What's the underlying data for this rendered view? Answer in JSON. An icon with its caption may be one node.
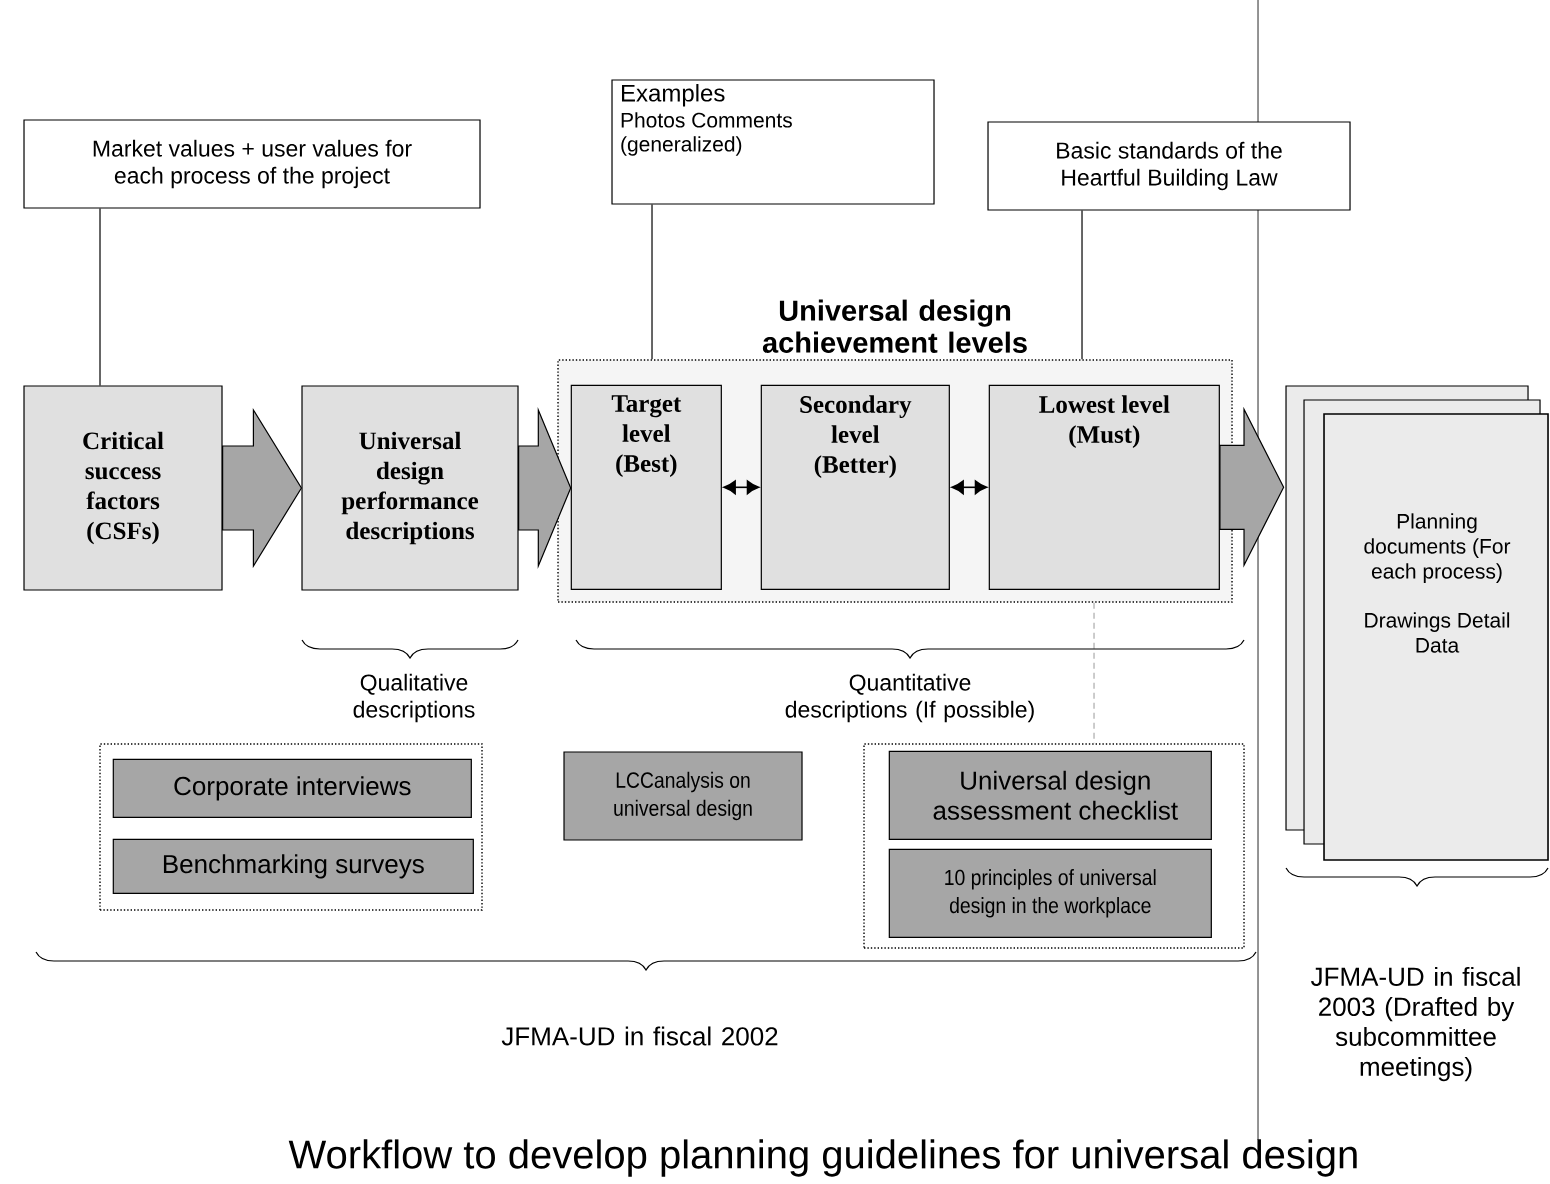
{
  "diagram": {
    "caption": "Workflow to develop planning guidelines for universal design",
    "nodes": [
      {
        "text": [
          "Market values + user values for each process of the project"
        ]
      },
      {
        "text": [
          "Examples",
          "Photos Comments (generalized)"
        ]
      },
      {
        "text": [
          "Basic standards of the Heartful Building Law"
        ]
      },
      {
        "text": [
          "Universal design achievement levels"
        ]
      },
      {
        "text": [
          "Critical success factors (CSFs)"
        ]
      },
      {
        "text": [
          "Universal design performance descriptions"
        ]
      },
      {
        "text": [
          "Target level (Best)"
        ],
        "in": 3
      },
      {
        "text": [
          "Secondary level (Better)"
        ],
        "in": 3
      },
      {
        "text": [
          "Lowest level (Must)"
        ],
        "in": 3
      },
      {
        "text": [
          "Planning documents (For each process)",
          "Drawings Detail Data"
        ]
      },
      {
        "text": [],
        "shape": "box"
      },
      {
        "text": [
          "Corporate interviews"
        ],
        "in": 10
      },
      {
        "text": [
          "Benchmarking surveys"
        ],
        "in": 10
      },
      {
        "text": [
          "LCCanalysis on universal design"
        ]
      },
      {
        "text": [],
        "shape": "box"
      },
      {
        "text": [
          "Universal design assessment checklist"
        ],
        "in": 14
      },
      {
        "text": [
          "10 principles of universal design in the workplace"
        ],
        "in": 14
      }
    ],
    "edges": [
      {
        "from": 0,
        "to": 4,
        "arrow": "none"
      },
      {
        "from": 1,
        "to": 3,
        "arrow": "none"
      },
      {
        "from": 2,
        "to": 3,
        "arrow": "none"
      },
      {
        "from": 4,
        "to": 5,
        "arrow": "to",
        "style": "thick"
      },
      {
        "from": 5,
        "to": 6,
        "arrow": "to",
        "style": "thick"
      },
      {
        "from": 6,
        "to": 7,
        "arrow": "both"
      },
      {
        "from": 7,
        "to": 8,
        "arrow": "both"
      },
      {
        "from": 8,
        "to": 9,
        "arrow": "to",
        "style": "thick"
      },
      {
        "from": 3,
        "to": 14,
        "arrow": "none",
        "style": "dashed",
        "color": "#999999"
      }
    ],
    "labels": [
      "Qualitative descriptions",
      "Quantitative descriptions (If possible)",
      "JFMA-UD in fiscal 2002",
      "JFMA-UD in fiscal 2003 (Drafted by subcommittee meetings)"
    ]
  }
}
